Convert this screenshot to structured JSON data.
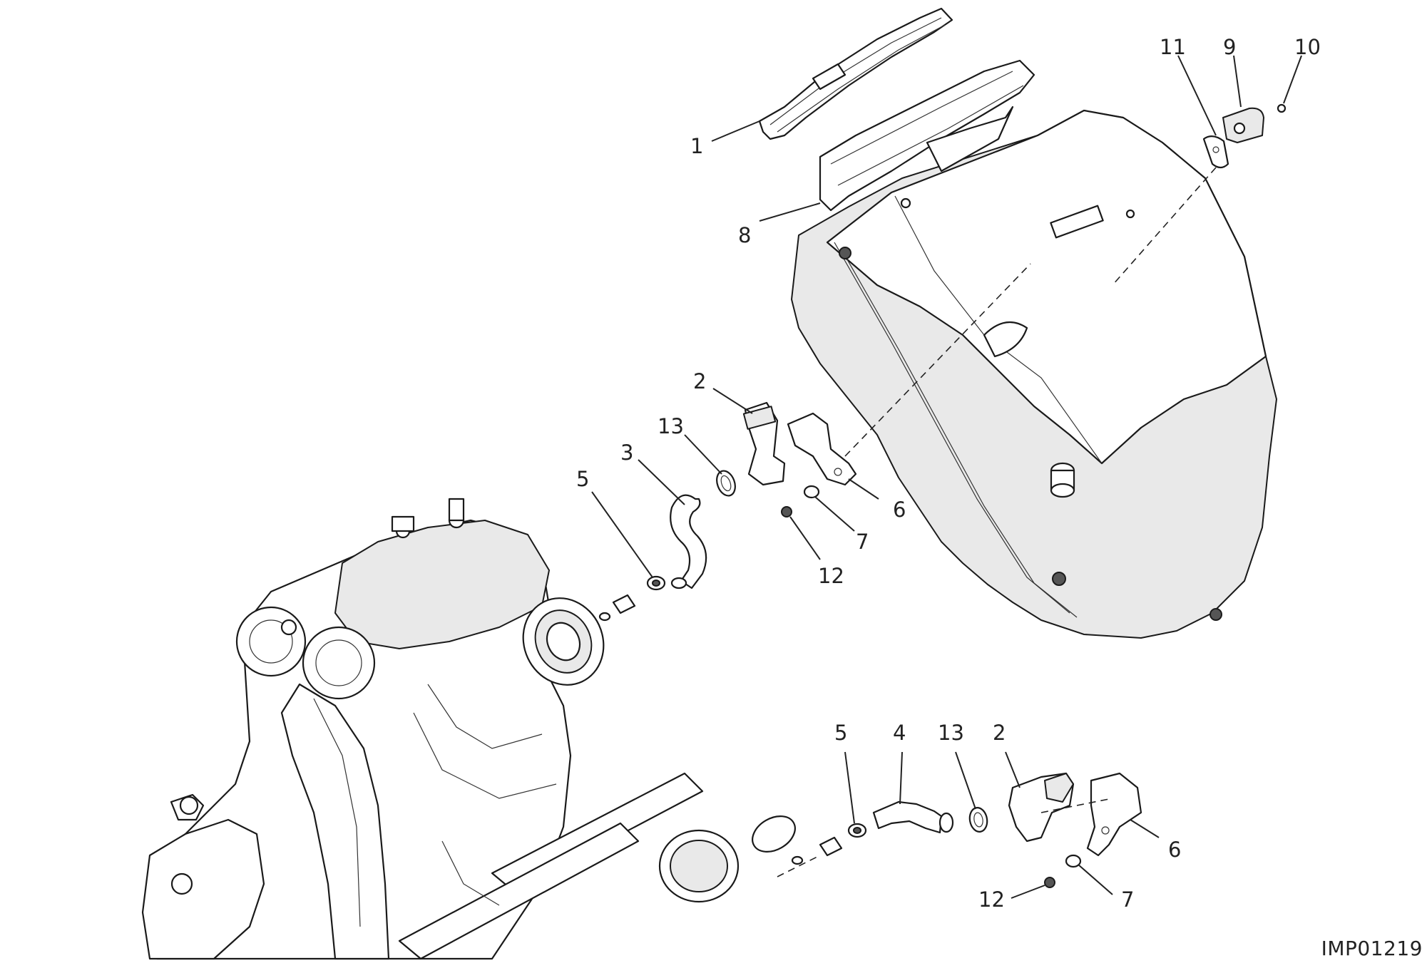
{
  "diagram": {
    "callouts": [
      {
        "id": "c1",
        "text": "1"
      },
      {
        "id": "c8",
        "text": "8"
      },
      {
        "id": "c11",
        "text": "11"
      },
      {
        "id": "c9",
        "text": "9"
      },
      {
        "id": "c10",
        "text": "10"
      },
      {
        "id": "c2a",
        "text": "2"
      },
      {
        "id": "c13a",
        "text": "13"
      },
      {
        "id": "c3",
        "text": "3"
      },
      {
        "id": "c5a",
        "text": "5"
      },
      {
        "id": "c6a",
        "text": "6"
      },
      {
        "id": "c7a",
        "text": "7"
      },
      {
        "id": "c12a",
        "text": "12"
      },
      {
        "id": "c5b",
        "text": "5"
      },
      {
        "id": "c4",
        "text": "4"
      },
      {
        "id": "c13b",
        "text": "13"
      },
      {
        "id": "c2b",
        "text": "2"
      },
      {
        "id": "c6b",
        "text": "6"
      },
      {
        "id": "c7b",
        "text": "7"
      },
      {
        "id": "c12b",
        "text": "12"
      }
    ],
    "code": "IMP01219"
  }
}
